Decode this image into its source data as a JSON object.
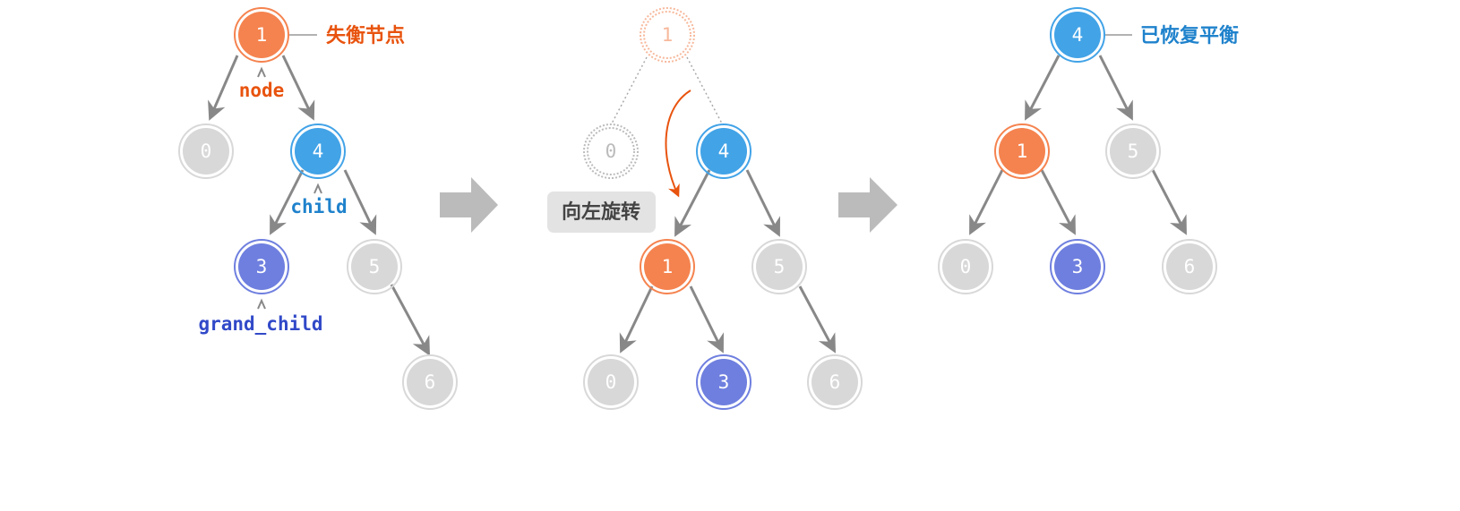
{
  "colors": {
    "orange": "#f5834f",
    "blue": "#42a3e7",
    "purple": "#6f7fdf",
    "gray": "#d8d8d8",
    "edge": "#888888",
    "label_orange": "#e8530e",
    "label_blue": "#1f82cc",
    "label_purple": "#3149c8",
    "arrow": "#bbbbbb"
  },
  "left": {
    "nodes": {
      "n1": "1",
      "n0": "0",
      "n4": "4",
      "n3": "3",
      "n5": "5",
      "n6": "6"
    },
    "unbalanced_label": "失衡节点",
    "node_label": "node",
    "child_label": "child",
    "grand_child_label": "grand_child"
  },
  "middle": {
    "nodes": {
      "n1_faded": "1",
      "n0_faded": "0",
      "n4": "4",
      "n1": "1",
      "n5": "5",
      "n0": "0",
      "n3": "3",
      "n6": "6"
    },
    "rotate_label": "向左旋转"
  },
  "right": {
    "nodes": {
      "n4": "4",
      "n1": "1",
      "n5": "5",
      "n0": "0",
      "n3": "3",
      "n6": "6"
    },
    "balanced_label": "已恢复平衡"
  }
}
